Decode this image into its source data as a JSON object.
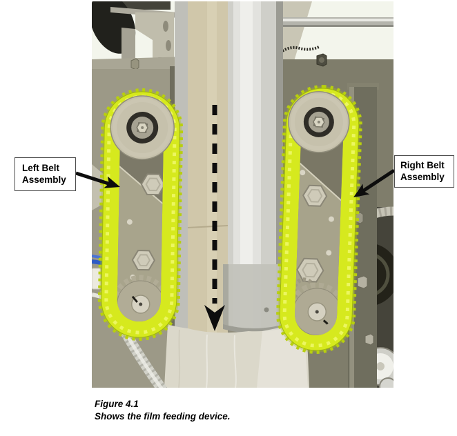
{
  "figure": {
    "caption_title": "Figure 4.1",
    "caption_text": "Shows the film feeding device.",
    "photo_alt": "Photograph of the film feeding device: central film tube with dashed downward film-path arrow, flanked by left and right yellow toothed belt assemblies"
  },
  "callouts": {
    "left": {
      "line1": "Left Belt",
      "line2": "Assembly"
    },
    "right": {
      "line1": "Right Belt",
      "line2": "Assembly"
    }
  },
  "icons": {
    "film_direction": "dashed-down-arrow-icon",
    "left_pointer": "arrow-right-icon",
    "right_pointer": "arrow-down-left-icon"
  },
  "colors": {
    "belt": "#d6e91e",
    "belt_teeth_shadow": "#b8cf0e",
    "belt_teeth_highlight": "#eef768",
    "metal_light": "#c6c1ac",
    "panel_gray": "#9c9987",
    "panel_dark": "#7f7d6b",
    "film_beige": "#d0c7aa",
    "film_silver": "#d9d9d3",
    "arrow_black": "#0d0d0d"
  }
}
